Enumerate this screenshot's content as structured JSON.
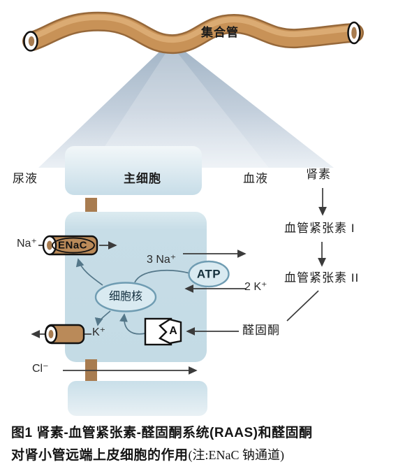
{
  "figure": {
    "collecting_duct_label": "集合管",
    "regions": {
      "urine": "尿液",
      "principal_cell": "主细胞",
      "blood": "血液"
    },
    "cascade": {
      "renin": "肾素",
      "angiotensin_i": "血管紧张素 I",
      "angiotensin_ii": "血管紧张素 II",
      "aldosterone": "醛固酮"
    },
    "cell": {
      "na": "Na⁺",
      "enac": "ENaC",
      "na3": "3 Na⁺",
      "atp": "ATP",
      "k2": "2 K⁺",
      "nucleus": "细胞核",
      "k": "K⁺",
      "cl": "Cl⁻",
      "receptor": "A"
    },
    "caption": {
      "line1": "图1 肾素-血管紧张素-醛固酮系统(RAAS)和醛固酮",
      "line2_main": "对肾小管远端上皮细胞的作用",
      "line2_note": "(注:ENaC 钠通道)"
    },
    "colors": {
      "cell_fill": "#c7dde7",
      "oval_fill": "#d9eaf1",
      "oval_stroke": "#6f9cb2",
      "membrane_brown": "#a87c50",
      "channel_brown": "#ba8a59",
      "tube_tan": "#c89257",
      "funnel_gray_blue": "#9fb2c4",
      "arrow_dark": "#3b3b3b",
      "arrow_blue": "#547789"
    }
  }
}
